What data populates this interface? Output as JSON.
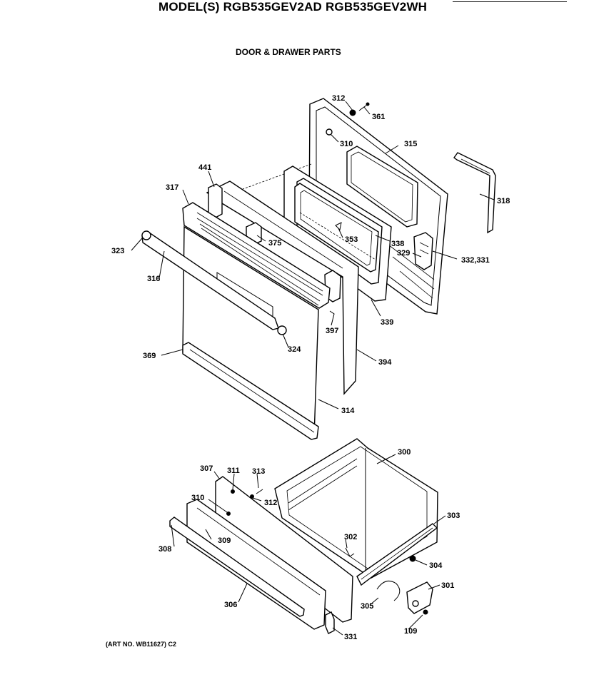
{
  "header": {
    "model_line": "MODEL(S) RGB535GEV2AD  RGB535GEV2WH",
    "section_title": "DOOR & DRAWER PARTS"
  },
  "footer": {
    "art_number": "(ART NO. WB11627) C2"
  },
  "callouts": {
    "p312_top": "312",
    "p361": "361",
    "p310_top": "310",
    "p315": "315",
    "p318_right": "318",
    "p441": "441",
    "p317": "317",
    "p375": "375",
    "p353": "353",
    "p338": "338",
    "p329": "329",
    "p332_331": "332,331",
    "p323": "323",
    "p316": "316",
    "p339": "339",
    "p397": "397",
    "p324": "324",
    "p394": "394",
    "p369": "369",
    "p314": "314",
    "p300": "300",
    "p307": "307",
    "p311": "311",
    "p313": "313",
    "p312_bottom": "312",
    "p310_bottom": "310",
    "p303": "303",
    "p302": "302",
    "p308": "308",
    "p309": "309",
    "p304": "304",
    "p301": "301",
    "p306": "306",
    "p305": "305",
    "p109": "109",
    "p331_bottom": "331"
  }
}
